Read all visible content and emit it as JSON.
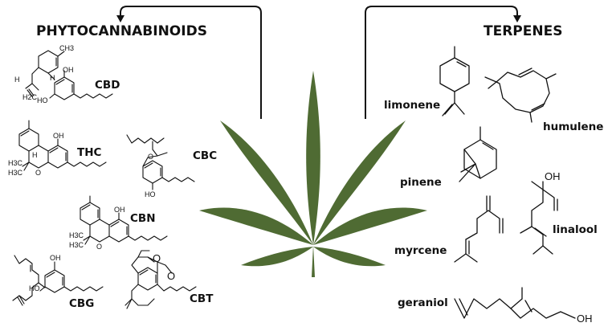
{
  "headings": {
    "left": "PHYTOCANNABINOIDS",
    "right": "TERPENES"
  },
  "cannabinoids": [
    {
      "name": "CBD",
      "atoms": {
        "me": "CH3",
        "h1": "H",
        "h2": "H",
        "oh1": "OH",
        "ho": "HO",
        "h2c": "H2C"
      }
    },
    {
      "name": "THC",
      "atoms": {
        "oh": "OH",
        "o": "O",
        "h3c1": "H3C",
        "h3c2": "H3C",
        "h": "H"
      }
    },
    {
      "name": "CBC",
      "atoms": {
        "o": "O",
        "ho": "HO"
      }
    },
    {
      "name": "CBN",
      "atoms": {
        "oh": "OH",
        "o": "O",
        "h3c1": "H3C",
        "h3c2": "H3C"
      }
    },
    {
      "name": "CBG",
      "atoms": {
        "oh": "OH",
        "ho": "HO"
      }
    },
    {
      "name": "CBT",
      "atoms": {
        "o1": "O",
        "o2": "O"
      }
    }
  ],
  "terpenes": [
    {
      "name": "limonene"
    },
    {
      "name": "humulene"
    },
    {
      "name": "pinene"
    },
    {
      "name": "linalool",
      "atoms": {
        "oh": "OH"
      }
    },
    {
      "name": "myrcene"
    },
    {
      "name": "geraniol",
      "atoms": {
        "oh": "OH"
      }
    }
  ],
  "colors": {
    "leaf": "#4f6b33",
    "ink": "#111111"
  }
}
